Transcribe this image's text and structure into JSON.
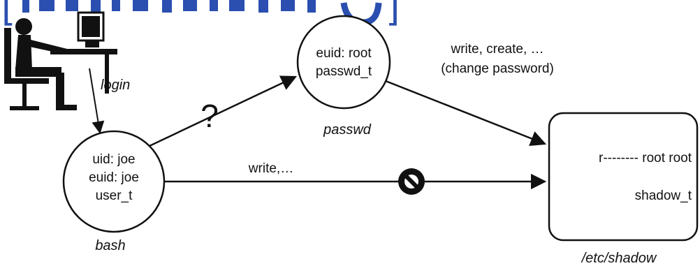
{
  "header": {
    "bracket_open": "[",
    "bracket_close": "]",
    "color": "#2a4fb0"
  },
  "user": {
    "icon": "user-at-computer-icon",
    "login_label": "login"
  },
  "bash_process": {
    "lines": [
      "uid: joe",
      "euid: joe",
      "user_t"
    ],
    "caption": "bash"
  },
  "passwd_process": {
    "lines": [
      "euid: root",
      "passwd_t"
    ],
    "caption": "passwd"
  },
  "shadow_file": {
    "permissions": "r-------- root root",
    "type": "shadow_t",
    "caption": "/etc/shadow"
  },
  "edges": {
    "bash_to_passwd": "?",
    "passwd_to_shadow_line1": "write, create, …",
    "passwd_to_shadow_line2": "(change password)",
    "bash_to_shadow": "write,…",
    "denied_icon": "prohibited-icon"
  }
}
